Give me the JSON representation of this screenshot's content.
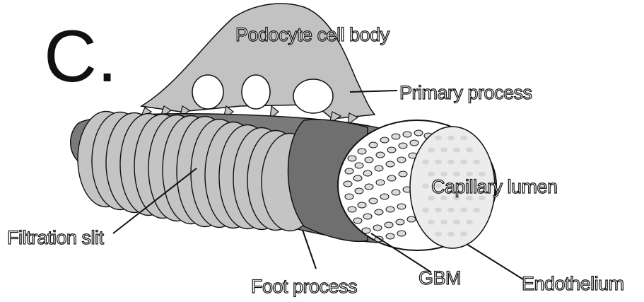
{
  "figure": {
    "panel_letter": "C.",
    "labels": {
      "cell_body": "Podocyte cell body",
      "primary_process": "Primary process",
      "capillary_lumen": "Capillary lumen",
      "filtration_slit": "Filtration slit",
      "foot_process": "Foot process",
      "gbm": "GBM",
      "endothelium": "Endothelium"
    }
  },
  "colors": {
    "podocyte_fill": "#bfbfbf",
    "foot_process_light": "#c4c4c4",
    "foot_process_dark": "#6f6f6f",
    "gbm_band": "#ffffff",
    "lumen": "#ececec",
    "pores": "#dcdcdc",
    "outline": "#111111"
  }
}
